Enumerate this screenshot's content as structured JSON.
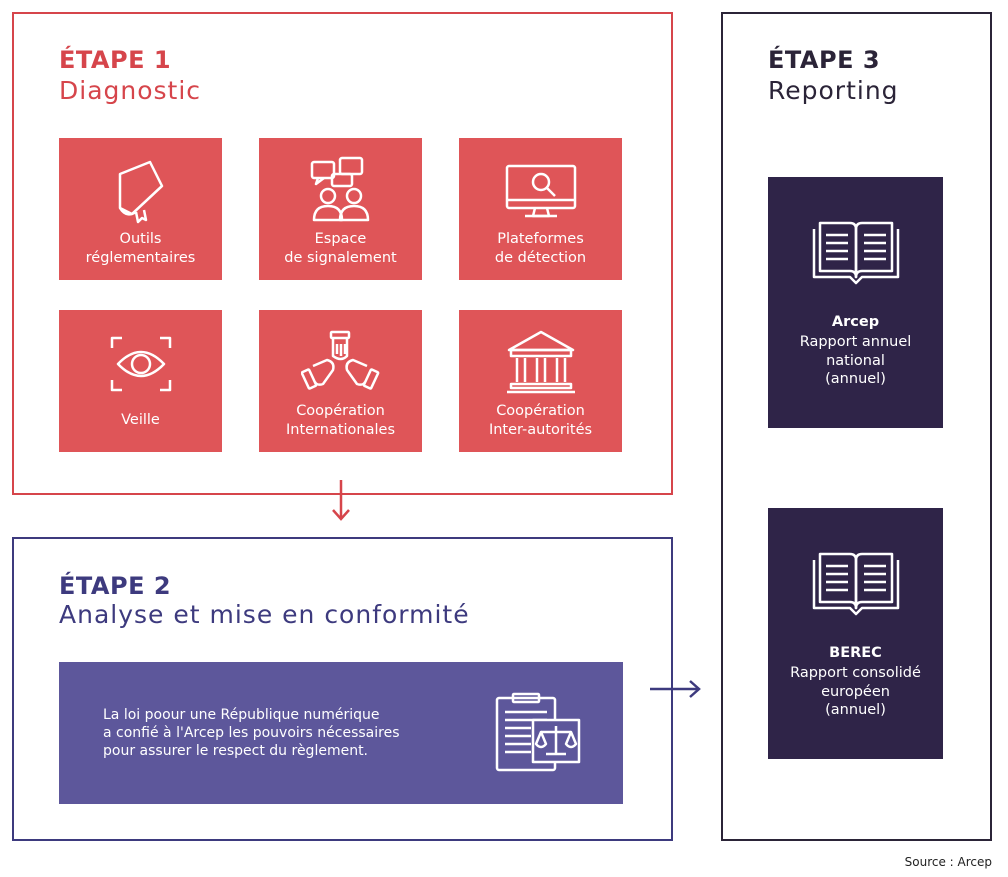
{
  "step1": {
    "label": "ÉTAPE 1",
    "title": "Diagnostic",
    "tiles": [
      {
        "label": "Outils\nréglementaires",
        "icon": "book-icon"
      },
      {
        "label": "Espace\nde signalement",
        "icon": "chat-people-icon"
      },
      {
        "label": "Plateformes\nde détection",
        "icon": "monitor-search-icon"
      },
      {
        "label": "Veille",
        "icon": "eye-icon"
      },
      {
        "label": "Coopération\nInternationales",
        "icon": "hands-icon"
      },
      {
        "label": "Coopération\nInter-autorités",
        "icon": "institution-icon"
      }
    ]
  },
  "step2": {
    "label": "ÉTAPE 2",
    "title": "Analyse et mise en conformité",
    "text": "La loi poour une République numérique\na confié à l'Arcep les pouvoirs nécessaires\npour assurer le respect du règlement.",
    "icon": "clipboard-scales-icon"
  },
  "step3": {
    "label": "ÉTAPE 3",
    "title": "Reporting",
    "reports": [
      {
        "org": "Arcep",
        "desc": "Rapport annuel\nnational",
        "freq": "(annuel)",
        "icon": "open-book-icon"
      },
      {
        "org": "BEREC",
        "desc": "Rapport consolidé\neuropéen",
        "freq": "(annuel)",
        "icon": "open-book-icon"
      }
    ]
  },
  "source": "Source : Arcep",
  "colors": {
    "red": "#d6454b",
    "tile": "#df5558",
    "navy": "#3d3a7e",
    "purple": "#5d579b",
    "dark": "#2f2448"
  }
}
